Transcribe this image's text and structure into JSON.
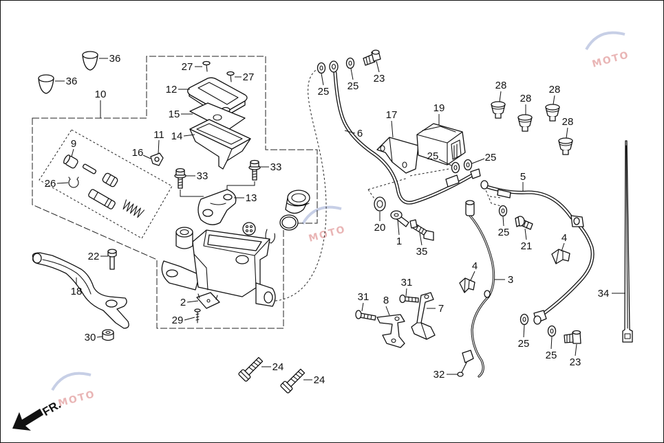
{
  "callouts": [
    "36",
    "36",
    "10",
    "27",
    "27",
    "12",
    "15",
    "14",
    "11",
    "9",
    "16",
    "26",
    "33",
    "33",
    "13",
    "22",
    "18",
    "2",
    "29",
    "30",
    "24",
    "24",
    "25",
    "25",
    "23",
    "6",
    "17",
    "19",
    "28",
    "28",
    "28",
    "28",
    "25",
    "25",
    "5",
    "20",
    "1",
    "35",
    "25",
    "21",
    "4",
    "4",
    "3",
    "31",
    "31",
    "8",
    "7",
    "25",
    "25",
    "23",
    "32",
    "34"
  ],
  "direction_label": "FR.",
  "watermark": {
    "text": "MOTO",
    "ring_color": "#b9c3e0",
    "text_color": "#e6a9a9"
  }
}
